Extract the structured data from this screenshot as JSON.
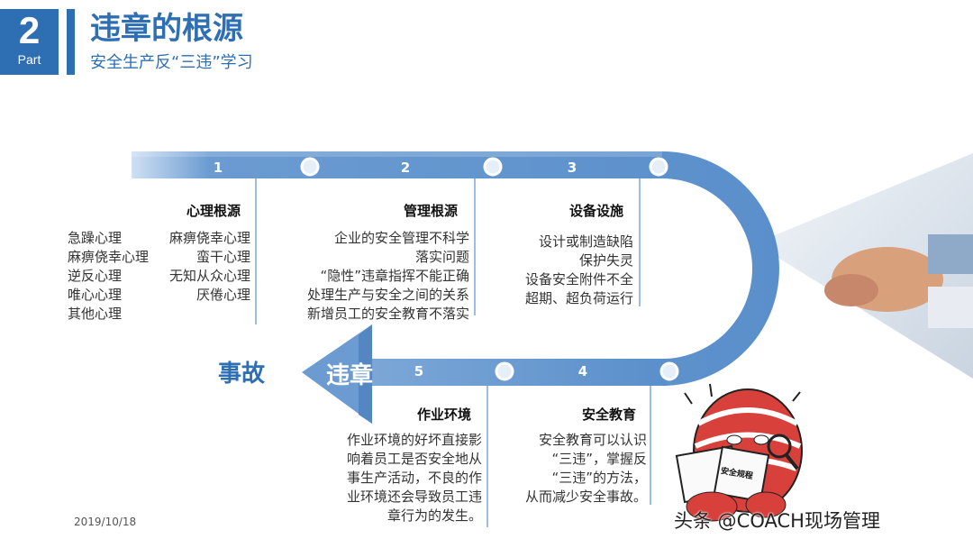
{
  "header": {
    "part_number": "2",
    "part_label": "Part",
    "title": "违章的根源",
    "subtitle": "安全生产反“三违”学习"
  },
  "steps": [
    {
      "number": "1",
      "heading": "心理根源",
      "left_col": [
        "急躁心理",
        "麻痹侥幸心理",
        "逆反心理",
        "唯心心理",
        "其他心理"
      ],
      "right_col": [
        "麻痹侥幸心理",
        "蛮干心理",
        "无知从众心理",
        "厌倦心理"
      ]
    },
    {
      "number": "2",
      "heading": "管理根源",
      "lines": [
        "企业的安全管理不科学",
        "落实问题",
        "“隐性”违章指挥不能正确",
        "处理生产与安全之间的关系",
        "新增员工的安全教育不落实"
      ]
    },
    {
      "number": "3",
      "heading": "设备设施",
      "lines": [
        "设计或制造缺陷",
        "保护失灵",
        "设备安全附件不全",
        "超期、超负荷运行"
      ]
    },
    {
      "number": "4",
      "heading": "安全教育",
      "lines": [
        "安全教育可以认识",
        "“三违”，掌握反",
        "“三违”的方法，",
        "从而减少安全事故。"
      ]
    },
    {
      "number": "5",
      "heading": "作业环境",
      "lines": [
        "作业环境的好坏直接影",
        "响着员工是否安全地从",
        "事生产活动，不良的作",
        "业环境还会导致员工违",
        "章行为的发生。"
      ]
    }
  ],
  "arrow": {
    "label": "违章",
    "target": "事故"
  },
  "illustration": {
    "book_label": "安全规程"
  },
  "footer": {
    "date": "2019/10/18",
    "watermark": "头条 @COACH现场管理"
  },
  "colors": {
    "accent": "#2e6fb3",
    "track": "#6b9bd1"
  }
}
